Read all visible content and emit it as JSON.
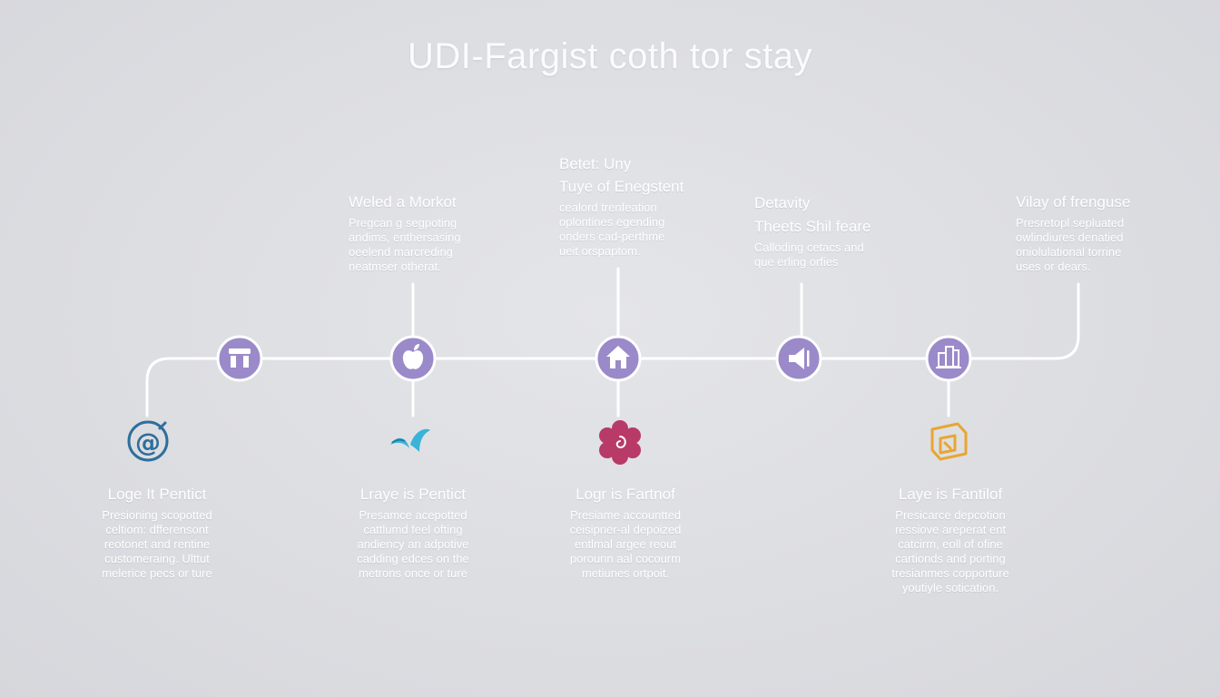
{
  "title": "UDI-Fargist coth tor stay",
  "colors": {
    "line": "#ffffff",
    "node": "#9b8ac9",
    "at_icon": "#2e6e9c",
    "bird_icon": "#3ab3d8",
    "flower_icon": "#b83a66",
    "cube_icon": "#e8a631"
  },
  "top_blocks": [
    {
      "heading": "Weled a Morkot",
      "lines": [
        "Pregcan g segpoting",
        "andims, enthersasing",
        "oeelend marcreding",
        "neatmser otherat."
      ]
    },
    {
      "pre_heading": "Betet: Uny",
      "heading": "Tuye of Enegstent",
      "lines": [
        "cealord trenfeation",
        "oplontines egending",
        "onders cad-perthme",
        "ueit orspaptom."
      ]
    },
    {
      "heading": "Detavity",
      "heading2": "Theets Shil feare",
      "lines": [
        "Calloding cetacs and",
        "que erling orfies"
      ]
    },
    {
      "heading": "Vilay of frenguse",
      "lines": [
        "Presretopl sepluated",
        "owlindiures denatied",
        "oniolulational torrine",
        "uses or dears."
      ]
    }
  ],
  "bottom_blocks": [
    {
      "heading": "Loge It Pentict",
      "lines": [
        "Presioning scopotted",
        "celtiom: dfferensont",
        "reotonet and rentine",
        "customeraing. Ulttut",
        "melerice pecs or ture"
      ]
    },
    {
      "heading": "Lraye is Pentict",
      "lines": [
        "Presamce acepotted",
        "cattlumd feel ofting",
        "andiency an adpotive",
        "cadding edces on the",
        "metrons once or ture"
      ]
    },
    {
      "heading": "Logr is Fartnof",
      "lines": [
        "Presiame accountted",
        "ceisipner-al depoized",
        "entlmal argee reout",
        "porounn aal cocourm",
        "metiunes ortpoit."
      ]
    },
    {
      "heading": "Laye is Fantilof",
      "lines": [
        "Presicarce depcotion",
        "ressiove areperat ent",
        "catcirm, eoll of ofine",
        "cartionds and porting",
        "tresianmes copporture",
        "youtiyle sotication."
      ]
    }
  ],
  "nodes": [
    {
      "icon": "layout-icon"
    },
    {
      "icon": "apple-icon"
    },
    {
      "icon": "house-icon"
    },
    {
      "icon": "megaphone-icon"
    },
    {
      "icon": "building-icon"
    }
  ],
  "bottom_icons": [
    {
      "icon": "at-sign-icon"
    },
    {
      "icon": "bird-icon"
    },
    {
      "icon": "flower-icon"
    },
    {
      "icon": "cube-icon"
    }
  ]
}
